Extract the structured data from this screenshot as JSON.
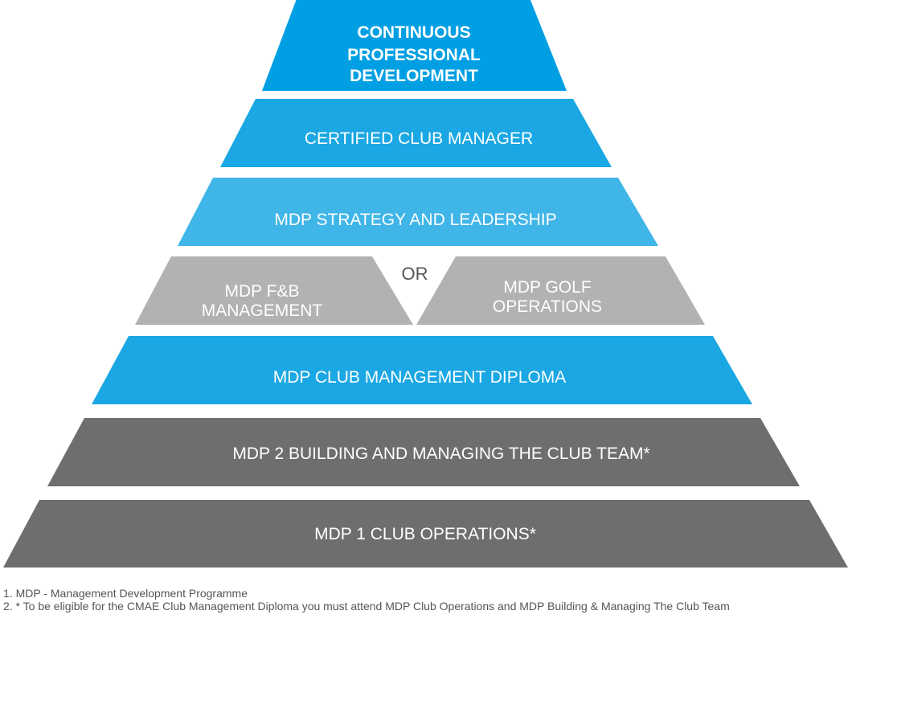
{
  "diagram": {
    "type": "pyramid",
    "tiers": [
      {
        "id": "cpd",
        "lines": [
          "CONTINUOUS",
          "PROFESSIONAL",
          "DEVELOPMENT"
        ],
        "color": "#009fe3",
        "bold": true
      },
      {
        "id": "ccm",
        "lines": [
          "CERTIFIED CLUB MANAGER"
        ],
        "color": "#1aa7e3",
        "bold": false
      },
      {
        "id": "strategy",
        "lines": [
          "MDP STRATEGY AND LEADERSHIP"
        ],
        "color": "#40b5e8",
        "bold": false
      },
      {
        "id": "fnb",
        "lines": [
          "MDP F&B",
          "MANAGEMENT"
        ],
        "color": "#b2b2b2",
        "bold": false
      },
      {
        "id": "golf",
        "lines": [
          "MDP GOLF",
          "OPERATIONS"
        ],
        "color": "#b2b2b2",
        "bold": false
      },
      {
        "id": "diploma",
        "lines": [
          "MDP CLUB MANAGEMENT DIPLOMA"
        ],
        "color": "#1aa7e3",
        "bold": false
      },
      {
        "id": "mdp2",
        "lines": [
          "MDP 2 BUILDING AND MANAGING THE CLUB TEAM*"
        ],
        "color": "#6e6e6e",
        "bold": false
      },
      {
        "id": "mdp1",
        "lines": [
          "MDP 1 CLUB OPERATIONS*"
        ],
        "color": "#6e6e6e",
        "bold": false
      }
    ],
    "or_label": "OR"
  },
  "footnotes": [
    "1. MDP - Management Development Programme",
    "2. * To be eligible for the CMAE Club Management Diploma you must attend MDP Club Operations and MDP Building & Managing The Club Team"
  ]
}
